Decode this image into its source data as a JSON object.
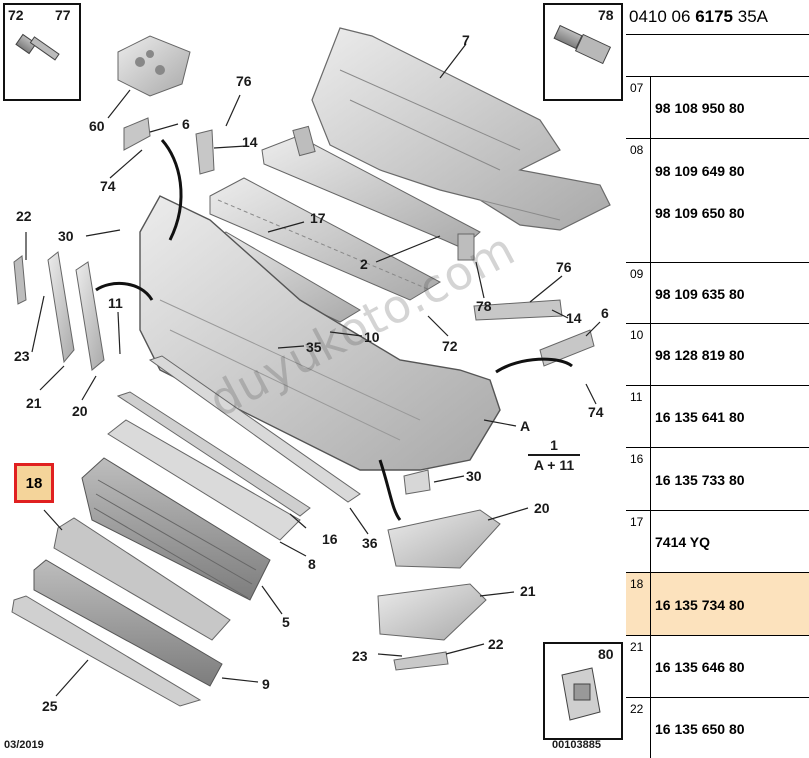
{
  "diagram": {
    "watermark": "duyukoto.com",
    "date": "03/2019",
    "ref_number": "00103885",
    "corner_top_left": [
      "72",
      "77"
    ],
    "corner_top_right": "78",
    "corner_bottom_right": "80",
    "formula": {
      "top": "1",
      "bottom": "A + 11"
    },
    "selected_callout": "18",
    "callouts": {
      "c7": "7",
      "c60": "60",
      "c76a": "76",
      "c6a": "6",
      "c14a": "14",
      "c74a": "74",
      "c22a": "22",
      "c30a": "30",
      "c17": "17",
      "c2": "2",
      "c78": "78",
      "c76b": "76",
      "c14b": "14",
      "c6b": "6",
      "c11": "11",
      "c10": "10",
      "c35": "35",
      "c72": "72",
      "c23a": "23",
      "c21a": "21",
      "c20a": "20",
      "c74b": "74",
      "cA": "A",
      "c30b": "30",
      "c16": "16",
      "c36": "36",
      "c8": "8",
      "c20b": "20",
      "c21b": "21",
      "c5": "5",
      "c22b": "22",
      "c23b": "23",
      "c9": "9",
      "c25": "25"
    }
  },
  "parts_table": {
    "header_prefix": "0410 06 ",
    "header_bold": "6175",
    "header_suffix": " 35A",
    "selected_code": "18",
    "rows": [
      {
        "code": "07",
        "refs": [
          "98 108 950 80"
        ]
      },
      {
        "code": "08",
        "refs": [
          "98 109 649 80",
          "98 109 650 80"
        ]
      },
      {
        "code": "09",
        "refs": [
          "98 109 635 80"
        ]
      },
      {
        "code": "10",
        "refs": [
          "98 128 819 80"
        ]
      },
      {
        "code": "11",
        "refs": [
          "16 135 641 80"
        ]
      },
      {
        "code": "16",
        "refs": [
          "16 135 733 80"
        ]
      },
      {
        "code": "17",
        "refs": [
          "7414 YQ"
        ]
      },
      {
        "code": "18",
        "refs": [
          "16 135 734 80"
        ]
      },
      {
        "code": "21",
        "refs": [
          "16 135 646 80"
        ]
      },
      {
        "code": "22",
        "refs": [
          "16 135 650 80"
        ]
      }
    ]
  },
  "colors": {
    "highlight_fill": "#f4d49a",
    "highlight_border": "#e02020",
    "row_selected": "#fce2bd",
    "part_fill": "#d4d4d4",
    "part_stroke": "#5a5a5a"
  }
}
